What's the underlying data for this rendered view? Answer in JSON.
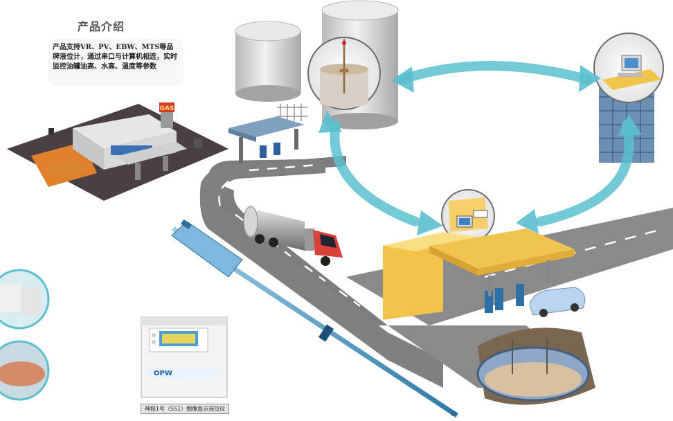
{
  "info": {
    "title": "产品介绍",
    "description": "产品支持VR、PV、EBW、MTS等品牌液位计，通过串口与计算机相连，实时监控油罐油高、水高、温度等参数"
  },
  "station_sign": "GAS",
  "console": {
    "brand": "OPW",
    "caption": "神探1号（SS1）图像显示液位仪"
  },
  "colors": {
    "arrow": "#5bbfcf",
    "road": "#7d7d7d",
    "building": "#f2c34a",
    "tanker_cab": "#d8423a"
  }
}
